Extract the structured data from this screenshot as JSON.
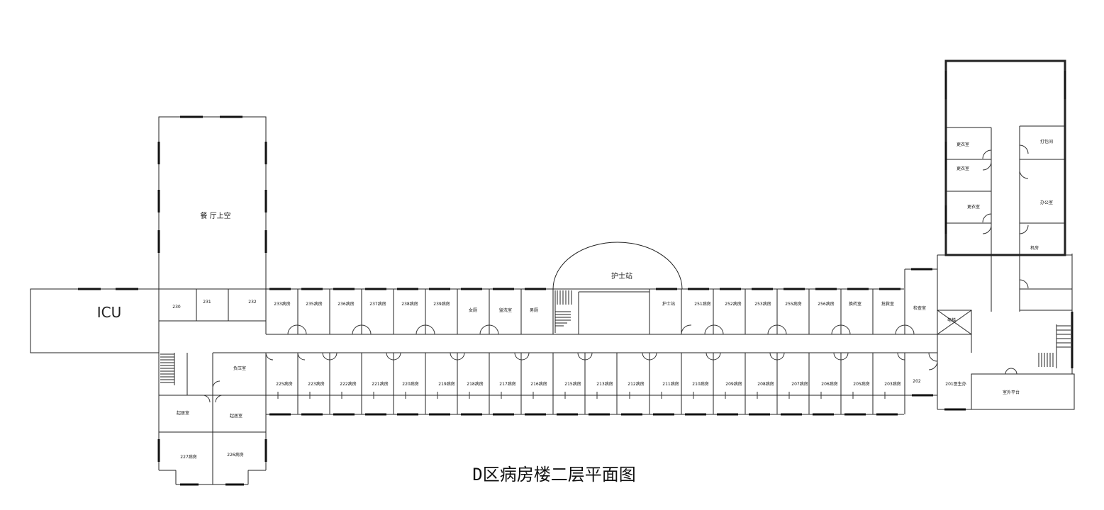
{
  "title": "D区病房楼二层平面图",
  "labels": {
    "icu": "ICU",
    "canteen_void": "餐 厅上空",
    "nurse_station": "护士站",
    "nurse_station_small": "护士站",
    "r230": "230",
    "r231": "231",
    "r232": "232",
    "r233": "233病房",
    "r235": "235病房",
    "r236": "236病房",
    "r237": "237病房",
    "r238": "238病房",
    "r239": "239病房",
    "womens_wc": "女厕",
    "washroom": "盥洗室",
    "mens_wc": "男厕",
    "r251": "251病房",
    "r252": "252病房",
    "r253": "253病房",
    "r255": "255病房",
    "r256": "256病房",
    "dressing_change": "换药室",
    "emergency": "抢救室",
    "exam": "检查室",
    "elevator": "电梯",
    "r225": "225病房",
    "r223": "223病房",
    "r222": "222病房",
    "r221": "221病房",
    "r220": "220病房",
    "r219": "219病房",
    "r218": "218病房",
    "r217": "217病房",
    "r216": "216病房",
    "r215": "215病房",
    "r213": "213病房",
    "r212": "212病房",
    "r211": "211病房",
    "r210": "210病房",
    "r209": "209病房",
    "r208": "208病房",
    "r207": "207病房",
    "r206": "206病房",
    "r205": "205病房",
    "r203": "203病房",
    "r202": "202",
    "doctor_office": "201医生办",
    "negative_pressure": "负压室",
    "living_room_1": "起居室",
    "living_room_2": "起居室",
    "r227": "227病房",
    "r226": "226病房",
    "locker_1": "更衣室",
    "locker_2": "更衣室",
    "locker_3": "更衣室",
    "packing": "打包间",
    "office": "办公室",
    "machine_room": "机房",
    "terrace": "室外平台"
  }
}
